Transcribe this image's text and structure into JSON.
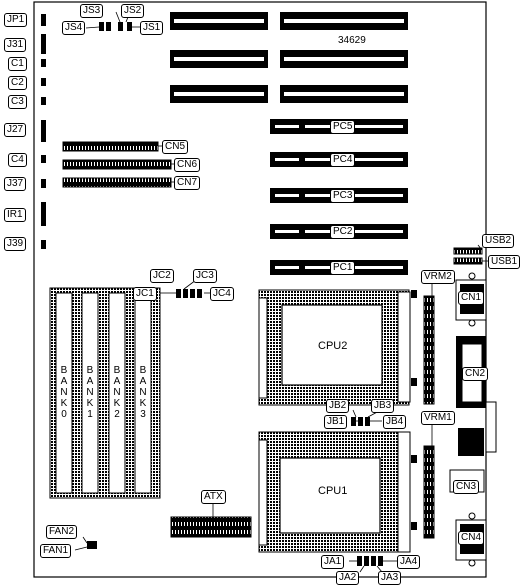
{
  "board_id": "34629",
  "jumpers": {
    "jp1": "JP1",
    "j31": "J31",
    "c1": "C1",
    "c2": "C2",
    "c3": "C3",
    "j27": "J27",
    "c4": "C4",
    "j37": "J37",
    "ir1": "IR1",
    "j39": "J39",
    "js1": "JS1",
    "js2": "JS2",
    "js3": "JS3",
    "js4": "JS4",
    "jc1": "JC1",
    "jc2": "JC2",
    "jc3": "JC3",
    "jc4": "JC4",
    "jb1": "JB1",
    "jb2": "JB2",
    "jb3": "JB3",
    "jb4": "JB4",
    "ja1": "JA1",
    "ja2": "JA2",
    "ja3": "JA3",
    "ja4": "JA4"
  },
  "connectors": {
    "cn1": "CN1",
    "cn2": "CN2",
    "cn3": "CN3",
    "cn4": "CN4",
    "cn5": "CN5",
    "cn6": "CN6",
    "cn7": "CN7",
    "usb1": "USB1",
    "usb2": "USB2",
    "fan1": "FAN1",
    "fan2": "FAN2",
    "atx": "ATX"
  },
  "slots": {
    "pc1": "PC1",
    "pc2": "PC2",
    "pc3": "PC3",
    "pc4": "PC4",
    "pc5": "PC5"
  },
  "cpus": {
    "cpu1": "CPU1",
    "cpu2": "CPU2",
    "vrm1": "VRM1",
    "vrm2": "VRM2"
  },
  "banks": [
    "BANK0",
    "BANK1",
    "BANK2",
    "BANK3"
  ]
}
